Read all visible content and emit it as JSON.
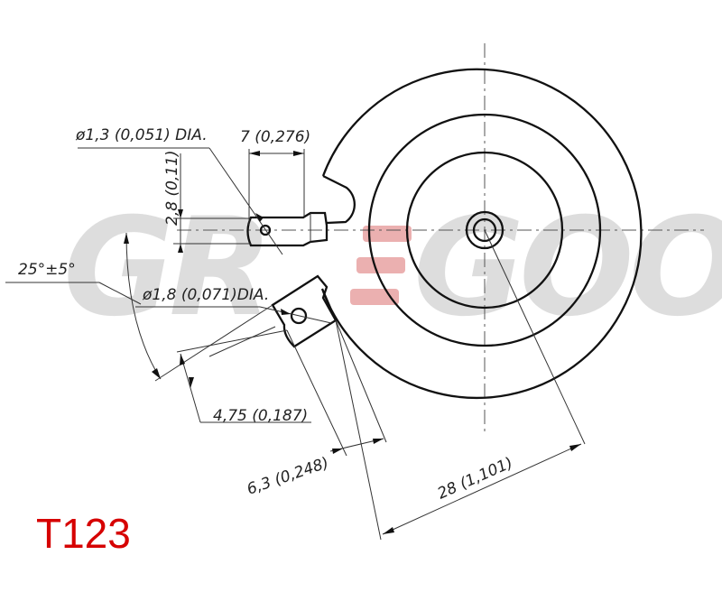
{
  "watermark": {
    "text_left": "GR",
    "text_right": "GOO",
    "accent_color": "#e7a2a2"
  },
  "model_code": "T123",
  "dimensions": {
    "pin_hole_dia": "ø1,3 (0,051) DIA.",
    "terminal_length": "7 (0,276)",
    "terminal_height": "2,8 (0,11)",
    "tab_angle": "25°±5°",
    "tab_hole_dia": "ø1,8 (0,071)DIA.",
    "tab_width_small": "4,75 (0,187)",
    "tab_width_large": "6,3 (0,248)",
    "disc_radius": "28 (1,101)"
  },
  "colors": {
    "model_text": "#d60000",
    "line": "#111111",
    "watermark": "#d4d4d4"
  }
}
